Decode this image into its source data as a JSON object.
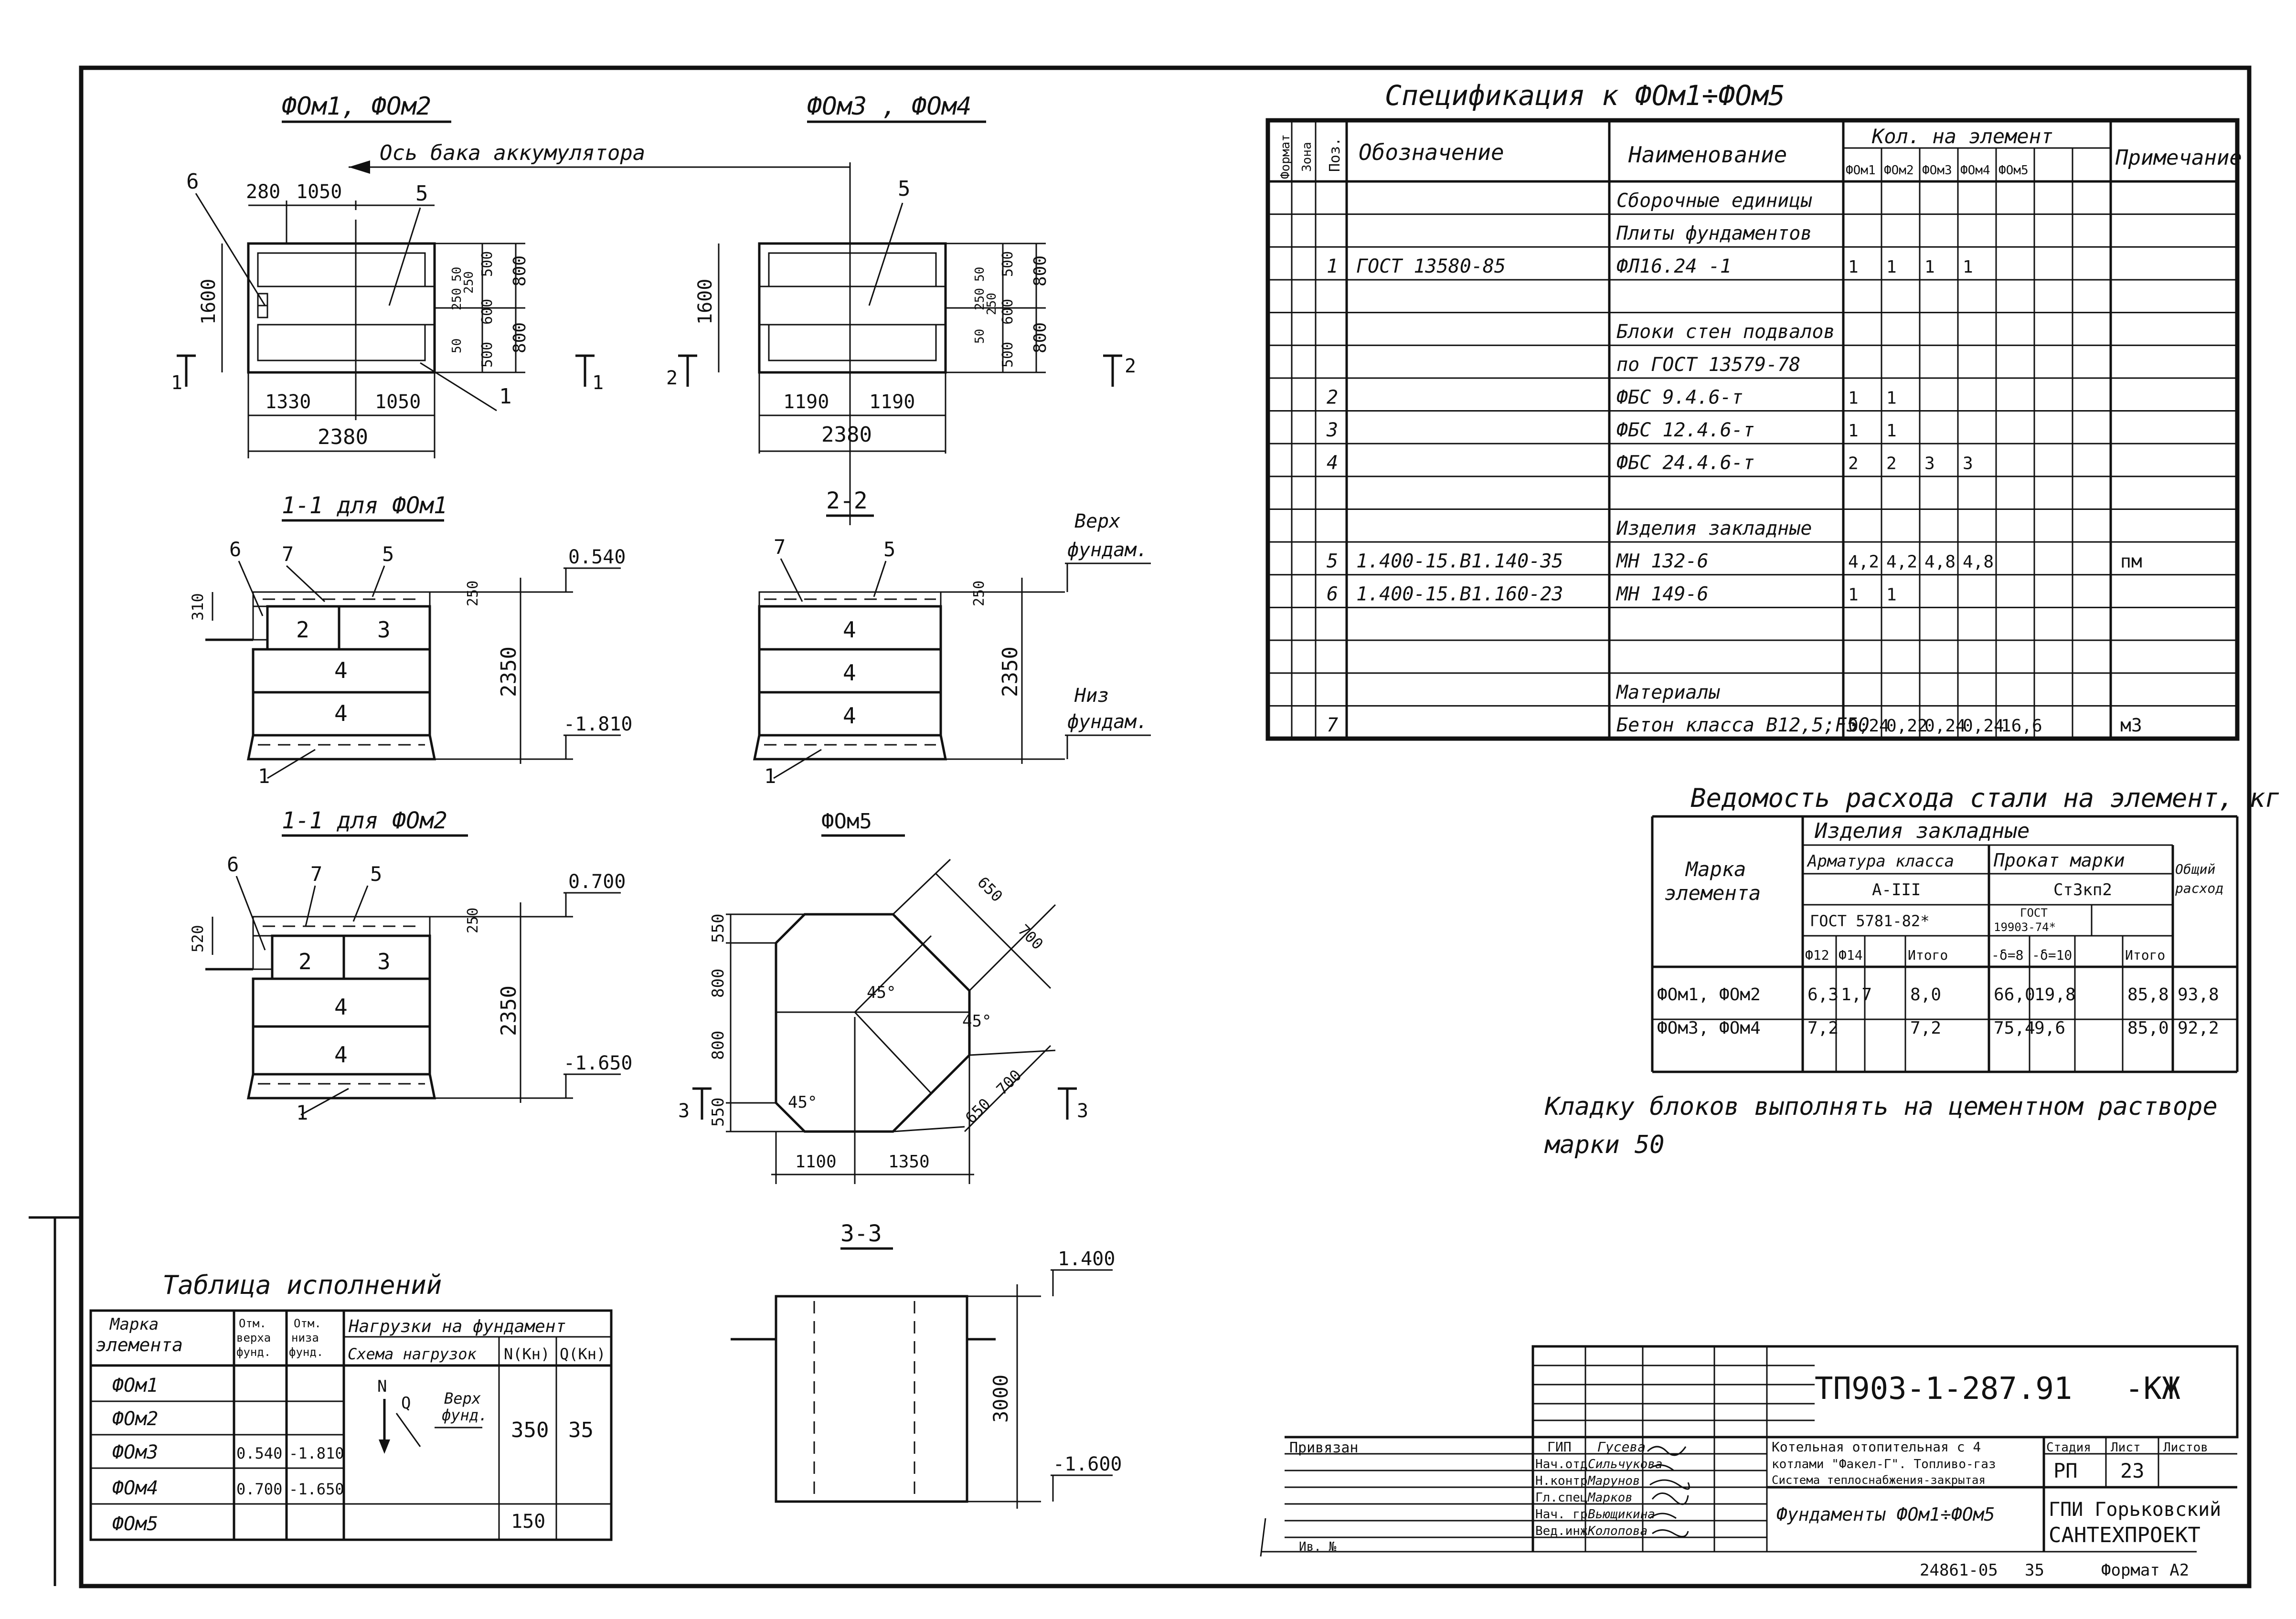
{
  "sheet": {
    "code": "ТП903-1-287.91",
    "code_suffix": "-КЖ",
    "stamp_number": "24861-05",
    "stamp_page": "35",
    "format_label": "Формат А2"
  },
  "plans": {
    "plan1_title": "ФОм1, ФОм2",
    "plan2_title": "ФОм3 , ФОм4",
    "axis_label": "Ось бака аккумулятора",
    "plan1": {
      "dims_top": [
        "280",
        "1050"
      ],
      "dims_bottom": [
        "1330",
        "1050"
      ],
      "total": "2380",
      "height": "1600",
      "right_dims": [
        "500",
        "250",
        "250",
        "50",
        "600",
        "500",
        "50",
        "800",
        "800"
      ],
      "callouts": [
        "6",
        "5",
        "1"
      ],
      "cut_left": "1",
      "cut_right": "1"
    },
    "plan2": {
      "dims_bottom": [
        "1190",
        "1190"
      ],
      "total": "2380",
      "height": "1600",
      "right_dims": [
        "50",
        "500",
        "250",
        "250",
        "50",
        "600",
        "500",
        "800",
        "800"
      ],
      "callouts": [
        "5"
      ],
      "cut_left": "2",
      "cut_right": "2"
    }
  },
  "sections": {
    "s1_title": "1-1 для ФОм1",
    "s2_title": "2-2",
    "s3_title": "1-1 для ФОм2",
    "s1": {
      "top_level": "0.540",
      "bottom_level": "-1.810",
      "height": "2350",
      "left_dim": "310",
      "top_dim": "250",
      "blocks": [
        "2",
        "3",
        "4",
        "4"
      ],
      "callouts": [
        "6",
        "7",
        "5",
        "1"
      ]
    },
    "s2": {
      "height": "2350",
      "top_dim": "250",
      "blocks": [
        "4",
        "4",
        "4"
      ],
      "callouts": [
        "7",
        "5",
        "1"
      ],
      "top_label_1": "Верх",
      "top_label_2": "фундам.",
      "bottom_label_1": "Низ",
      "bottom_label_2": "фундам."
    },
    "s3": {
      "top_level": "0.700",
      "bottom_level": "-1.650",
      "height": "2350",
      "left_dim": "520",
      "top_dim": "250",
      "blocks": [
        "2",
        "3",
        "4",
        "4"
      ],
      "callouts": [
        "6",
        "7",
        "5",
        "1"
      ]
    }
  },
  "fom5": {
    "title": "ФОм5",
    "left_dims": [
      "550",
      "800",
      "800",
      "550"
    ],
    "bottom_dims": [
      "1100",
      "1350"
    ],
    "diag_dims": [
      "650",
      "700",
      "700",
      "650"
    ],
    "angles": [
      "45°",
      "45°",
      "45°"
    ],
    "cut_left": "3",
    "cut_right": "3"
  },
  "section33": {
    "title": "3-3",
    "top_level": "1.400",
    "bottom_level": "-1.600",
    "height": "3000"
  },
  "spec": {
    "title": "Спецификация   к   ФОм1÷ФОм5",
    "headers": {
      "format": "Формат",
      "zone": "Зона",
      "pos": "Поз.",
      "designation": "Обозначение",
      "name": "Наименование",
      "qty": "Кол. на элемент",
      "qty_cols": [
        "ФОм1",
        "ФОм2",
        "ФОм3",
        "ФОм4",
        "ФОм5"
      ],
      "note": "Примечание"
    },
    "rows": [
      {
        "pos": "",
        "des": "",
        "name": "Сборочные единицы",
        "q": [
          "",
          "",
          "",
          "",
          ""
        ],
        "note": ""
      },
      {
        "pos": "",
        "des": "",
        "name": "Плиты   фундаментов",
        "q": [
          "",
          "",
          "",
          "",
          ""
        ],
        "note": ""
      },
      {
        "pos": "1",
        "des": "ГОСТ  13580-85",
        "name": "ФЛ16.24 -1",
        "q": [
          "1",
          "1",
          "1",
          "1",
          ""
        ],
        "note": ""
      },
      {
        "pos": "",
        "des": "",
        "name": "",
        "q": [
          "",
          "",
          "",
          "",
          ""
        ],
        "note": ""
      },
      {
        "pos": "",
        "des": "",
        "name": "Блоки стен подвалов",
        "q": [
          "",
          "",
          "",
          "",
          ""
        ],
        "note": ""
      },
      {
        "pos": "",
        "des": "",
        "name": "по  ГОСТ  13579-78",
        "q": [
          "",
          "",
          "",
          "",
          ""
        ],
        "note": ""
      },
      {
        "pos": "2",
        "des": "",
        "name": "ФБС 9.4.6-т",
        "q": [
          "1",
          "1",
          "",
          "",
          ""
        ],
        "note": ""
      },
      {
        "pos": "3",
        "des": "",
        "name": "ФБС 12.4.6-т",
        "q": [
          "1",
          "1",
          "",
          "",
          ""
        ],
        "note": ""
      },
      {
        "pos": "4",
        "des": "",
        "name": "ФБС 24.4.6-т",
        "q": [
          "2",
          "2",
          "3",
          "3",
          ""
        ],
        "note": ""
      },
      {
        "pos": "",
        "des": "",
        "name": "",
        "q": [
          "",
          "",
          "",
          "",
          ""
        ],
        "note": ""
      },
      {
        "pos": "",
        "des": "",
        "name": "Изделия закладные",
        "q": [
          "",
          "",
          "",
          "",
          ""
        ],
        "note": ""
      },
      {
        "pos": "5",
        "des": "1.400-15.В1.140-35",
        "name": "МН 132-6",
        "q": [
          "4,2",
          "4,2",
          "4,8",
          "4,8",
          ""
        ],
        "note": "пм"
      },
      {
        "pos": "6",
        "des": "1.400-15.В1.160-23",
        "name": "МН 149-6",
        "q": [
          "1",
          "1",
          "",
          "",
          ""
        ],
        "note": ""
      },
      {
        "pos": "",
        "des": "",
        "name": "",
        "q": [
          "",
          "",
          "",
          "",
          ""
        ],
        "note": ""
      },
      {
        "pos": "",
        "des": "",
        "name": "",
        "q": [
          "",
          "",
          "",
          "",
          ""
        ],
        "note": ""
      },
      {
        "pos": "",
        "des": "",
        "name": "Материалы",
        "q": [
          "",
          "",
          "",
          "",
          ""
        ],
        "note": ""
      },
      {
        "pos": "7",
        "des": "",
        "name": "Бетон класса В12,5;F50",
        "q": [
          "0,24",
          "0,22",
          "0,24",
          "0,24",
          "16,6"
        ],
        "note": "м3"
      }
    ]
  },
  "steel": {
    "title": "Ведомость расхода стали на элемент, кг",
    "h_items": "Изделия   закладные",
    "h_mark_1": "Марка",
    "h_mark_2": "элемента",
    "h_armat": "Арматура  класса",
    "h_prokat": "Прокат марки",
    "h_total_1": "Общий",
    "h_total_2": "расход",
    "h_aiii": "А-III",
    "h_st": "Ст3кп2",
    "h_gost1": "ГОСТ  5781-82*",
    "h_gost2_1": "ГОСТ",
    "h_gost2_2": "19903-74*",
    "sub": [
      "Ф12",
      "Ф14",
      "",
      "Итого",
      "-δ=8",
      "-δ=10",
      "",
      "Итого"
    ],
    "rows": [
      {
        "mark": "ФОм1, ФОм2",
        "v": [
          "6,3",
          "1,7",
          "",
          "8,0",
          "66,0",
          "19,8",
          "",
          "85,8"
        ],
        "total": "93,8"
      },
      {
        "mark": "ФОм3, ФОм4",
        "v": [
          "7,2",
          "",
          "",
          "7,2",
          "75,4",
          "9,6",
          "",
          "85,0"
        ],
        "total": "92,2"
      }
    ]
  },
  "note": {
    "line1": "Кладку  блоков  выполнять  на  цементном  растворе",
    "line2": "марки  50"
  },
  "ispoln": {
    "title": "Таблица   исполнений",
    "h_mark_1": "Марка",
    "h_mark_2": "элемента",
    "h_otm_top_1": "Отм.",
    "h_otm_top_2": "верха",
    "h_otm_top_3": "фунд.",
    "h_otm_bot_1": "Отм.",
    "h_otm_bot_2": "низа",
    "h_otm_bot_3": "фунд.",
    "h_loads": "Нагрузки на фундамент",
    "h_scheme": "Схема нагрузок",
    "h_n": "N(Кн)",
    "h_q": "Q(Кн)",
    "scheme_N": "N",
    "scheme_Q": "Q",
    "scheme_top_1": "Верх",
    "scheme_top_2": "фунд.",
    "rows": [
      {
        "mark": "ФОм1",
        "top": "",
        "bot": ""
      },
      {
        "mark": "ФОм2",
        "top": "",
        "bot": ""
      },
      {
        "mark": "ФОм3",
        "top": "0.540",
        "bot": "-1.810"
      },
      {
        "mark": "ФОм4",
        "top": "0.700",
        "bot": "-1.650"
      },
      {
        "mark": "ФОм5",
        "top": "",
        "bot": ""
      }
    ],
    "n_main": "350",
    "q_main": "35",
    "n_last": "150"
  },
  "titleblock": {
    "attached": "Привязан",
    "inv": "Ив. №",
    "roles": [
      "ГИП",
      "Нач.отд",
      "Н.контр",
      "Гл.спец",
      "Нач. гр",
      "Вед.инж"
    ],
    "names": [
      "Гусева",
      "Сильчукова",
      "Марунов",
      "Марков",
      "Вьющикина",
      "Колопова"
    ],
    "project_1": "Котельная отопительная с 4",
    "project_2": "котлами \"Факел-Г\". Топливо-газ",
    "project_3": "Система теплоснабжения-закрытая",
    "sheet_name": "Фундаменты ФОм1÷ФОм5",
    "h_stage": "Стадия",
    "h_sheet": "Лист",
    "h_sheets": "Листов",
    "stage": "РП",
    "sheet_no": "23",
    "org_1": "ГПИ Горьковский",
    "org_2": "САНТЕХПРОЕКТ"
  }
}
